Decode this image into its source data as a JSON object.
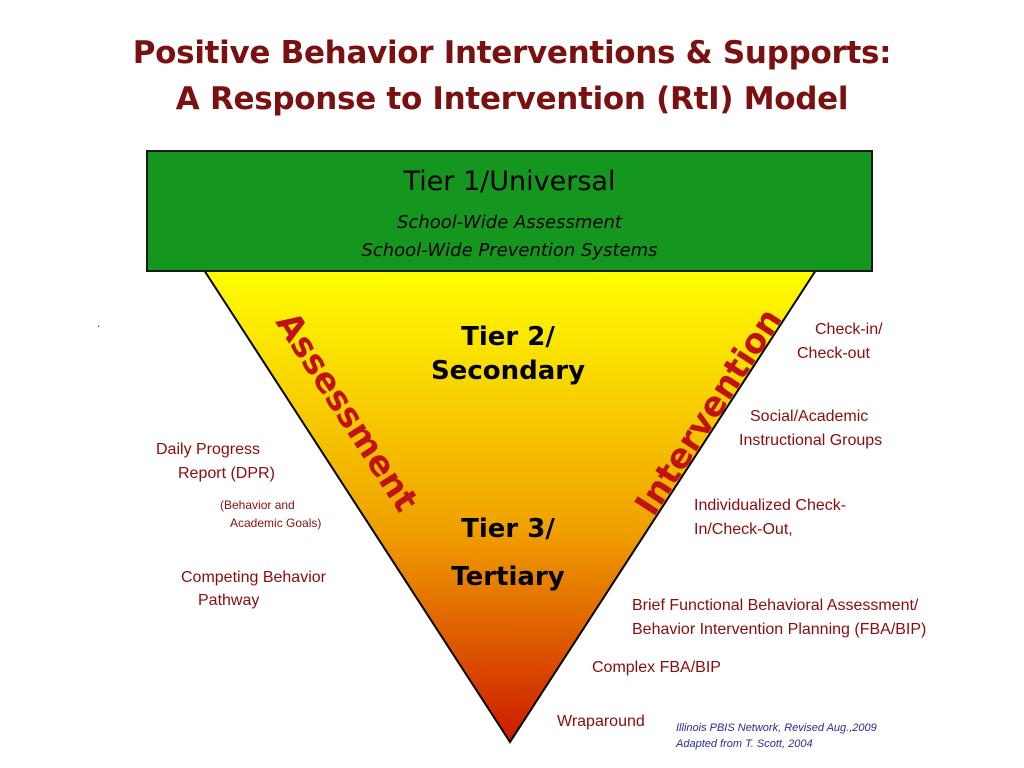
{
  "title": {
    "line1": "Positive Behavior Interventions & Supports:",
    "line2": "A Response to Intervention (RtI) Model"
  },
  "tier1": {
    "title": "Tier 1/Universal",
    "line1": "School-Wide Assessment",
    "line2": "School-Wide Prevention Systems"
  },
  "tier2": {
    "line1": "Tier 2/",
    "line2": "Secondary"
  },
  "tier3": {
    "line1": "Tier 3/",
    "line2": "Tertiary"
  },
  "side_words": {
    "left": "Assessment",
    "right": "Intervention"
  },
  "assessment_items": {
    "dpr_line1": "Daily Progress",
    "dpr_line2": "Report (DPR)",
    "dpr_note_line1": "(Behavior and",
    "dpr_note_line2": "Academic Goals)",
    "cbp_line1": "Competing Behavior",
    "cbp_line2": "Pathway"
  },
  "intervention_items": {
    "cico_line1": "Check-in/",
    "cico_line2": "Check-out",
    "sa_line1": "Social/Academic",
    "sa_line2": "Instructional Groups",
    "ind_line1": "Individualized Check-",
    "ind_line2": "In/Check-Out,",
    "fba_line1": "Brief Functional Behavioral Assessment/",
    "fba_line2": "Behavior Intervention Planning (FBA/BIP)",
    "complex": "Complex FBA/BIP",
    "wrap": "Wraparound"
  },
  "credit": {
    "line1": "Illinois PBIS Network, Revised Aug.,2009",
    "line2": "Adapted from T. Scott, 2004"
  },
  "stray_mark": ".",
  "colors": {
    "title": "#7b1010",
    "tier1_fill": "#14961f",
    "gradient_top": "#ffff00",
    "gradient_mid": "#f0a000",
    "gradient_bottom": "#cc1a00",
    "side_words": "#c01212",
    "notes": "#8a0c0c",
    "credit": "#2a2aa0"
  }
}
